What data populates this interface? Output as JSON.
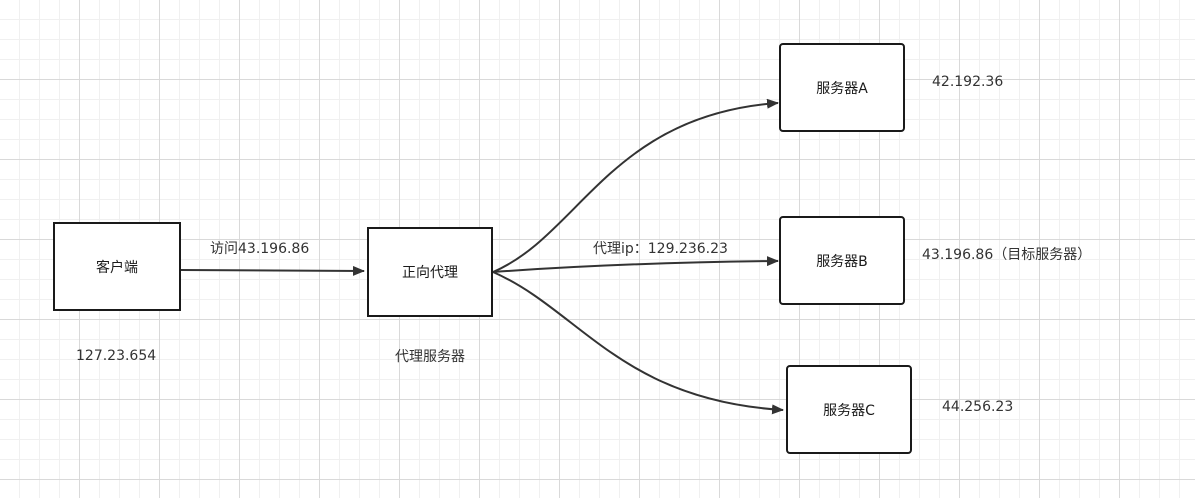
{
  "nodes": {
    "client": {
      "label": "客户端"
    },
    "proxy": {
      "label": "正向代理"
    },
    "server_a": {
      "label": "服务器A"
    },
    "server_b": {
      "label": "服务器B"
    },
    "server_c": {
      "label": "服务器C"
    }
  },
  "labels": {
    "client_ip": "127.23.654",
    "proxy_caption": "代理服务器",
    "request_edge": "访问43.196.86",
    "proxy_ip_edge": "代理ip：129.236.23",
    "server_a_ip": "42.192.36",
    "server_b_ip": "43.196.86（目标服务器）",
    "server_c_ip": "44.256.23"
  },
  "colors": {
    "stroke": "#333333",
    "node_border": "#1a1a1a",
    "grid_major": "#d9d9d9",
    "grid_minor": "#f0f0f0"
  }
}
